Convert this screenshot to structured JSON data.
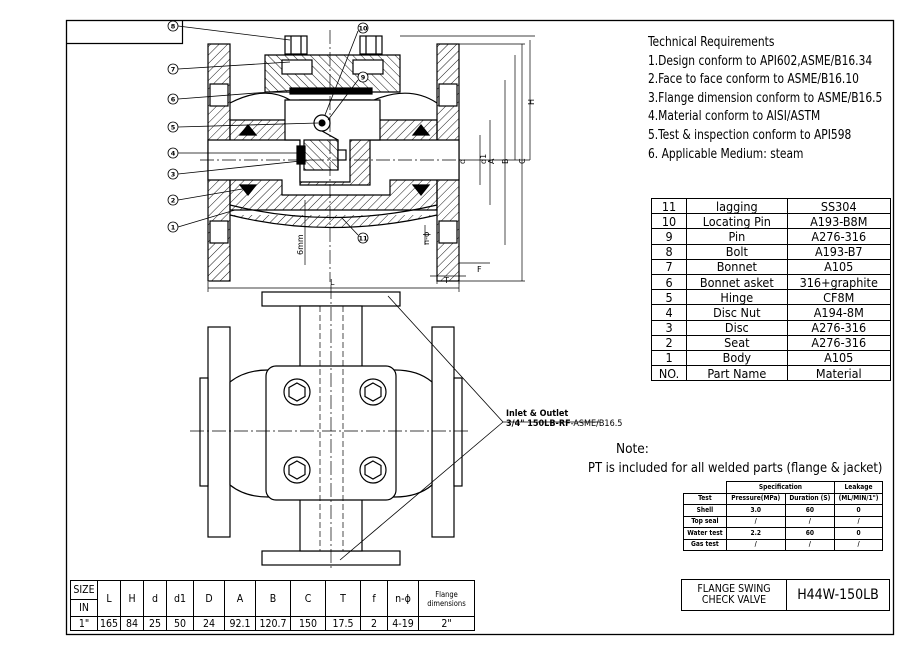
{
  "technical_requirements": {
    "title": "Technical Requirements",
    "items": [
      "1.Design conform to API602,ASME/B16.34",
      "2.Face to face conform to ASME/B16.10",
      "3.Flange dimension conform to ASME/B16.5",
      "4.Material conform to AISI/ASTM",
      "5.Test & inspection conform to API598",
      "6. Applicable Medium: steam"
    ]
  },
  "parts_list": {
    "rows": [
      {
        "no": "11",
        "name": "lagging",
        "material": "SS304"
      },
      {
        "no": "10",
        "name": "Locating Pin",
        "material": "A193-B8M"
      },
      {
        "no": "9",
        "name": "Pin",
        "material": "A276-316"
      },
      {
        "no": "8",
        "name": "Bolt",
        "material": "A193-B7"
      },
      {
        "no": "7",
        "name": "Bonnet",
        "material": "A105"
      },
      {
        "no": "6",
        "name": "Bonnet asket",
        "material": "316+graphite"
      },
      {
        "no": "5",
        "name": "Hinge",
        "material": "CF8M"
      },
      {
        "no": "4",
        "name": "Disc Nut",
        "material": "A194-8M"
      },
      {
        "no": "3",
        "name": "Disc",
        "material": "A276-316"
      },
      {
        "no": "2",
        "name": "Seat",
        "material": "A276-316"
      },
      {
        "no": "1",
        "name": "Body",
        "material": "A105"
      }
    ],
    "header": {
      "no": "NO.",
      "name": "Part Name",
      "material": "Material"
    }
  },
  "note": {
    "label": "Note:",
    "text": "PT is included for all welded parts (flange & jacket)"
  },
  "test_table": {
    "spec_header": "Specification",
    "leak_header": "Leakage",
    "col_test": "Test",
    "col_pressure": "Pressure(MPa)",
    "col_duration": "Duration (S)",
    "col_leak_unit": "(ML/MIN/1\")",
    "rows": [
      {
        "test": "Shell",
        "pressure": "3.0",
        "duration": "60",
        "leak": "0"
      },
      {
        "test": "Top seal",
        "pressure": "/",
        "duration": "/",
        "leak": "/"
      },
      {
        "test": "Water test",
        "pressure": "2.2",
        "duration": "60",
        "leak": "0"
      },
      {
        "test": "Gas test",
        "pressure": "/",
        "duration": "/",
        "leak": "/"
      }
    ]
  },
  "title_block": {
    "name": "FLANGE SWING CHECK VALVE",
    "model": "H44W-150LB"
  },
  "dimension_table": {
    "size_label": "SIZE",
    "in_label": "IN",
    "headers": [
      "L",
      "H",
      "d",
      "d1",
      "D",
      "A",
      "B",
      "C",
      "T",
      "f",
      "n-ϕ",
      "Flange dimensions"
    ],
    "size": "1\"",
    "values": [
      "165",
      "84",
      "25",
      "50",
      "24",
      "92.1",
      "120.7",
      "150",
      "17.5",
      "2",
      "4-19",
      "2\""
    ]
  },
  "drawing": {
    "inlet_label": "Inlet & Outlet",
    "inlet_spec_bold": "3/4\" 150LB-RF",
    "inlet_spec_rest": "-ASME/B16.5",
    "balloons": [
      "1",
      "2",
      "3",
      "4",
      "5",
      "6",
      "7",
      "8",
      "9",
      "10",
      "11"
    ],
    "dim_letters": {
      "H": "H",
      "L": "L",
      "T": "T",
      "f": "F",
      "d": "d",
      "d1": "d1",
      "A": "A",
      "B": "B",
      "C": "C",
      "n": "n-ϕ",
      "mm": "6mm"
    }
  }
}
